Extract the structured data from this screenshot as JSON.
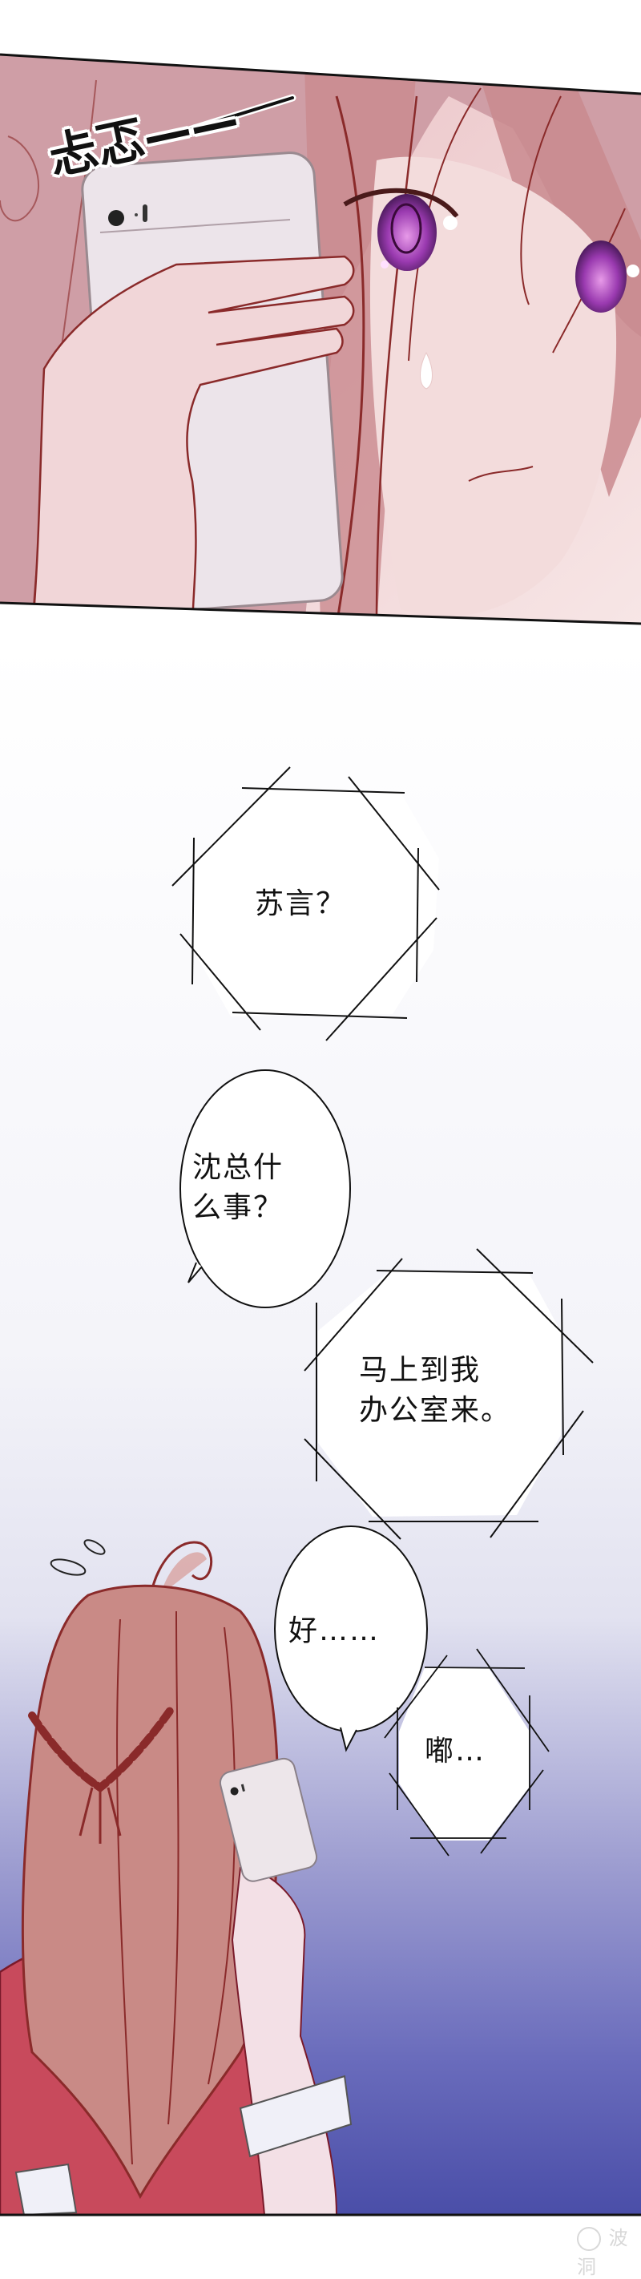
{
  "comic": {
    "panel1": {
      "sfx": "忐忑——",
      "description": "Close-up of a pink-haired girl with purple eyes holding a white phone to her ear, sweat drop on cheek"
    },
    "panel2": {
      "bubbles": [
        {
          "id": "b1",
          "shape": "octagon-jagged",
          "speaker": "phone",
          "text": "苏言？"
        },
        {
          "id": "b2",
          "shape": "oval",
          "speaker": "girl",
          "text_lines": [
            "沈总什",
            "么事？"
          ]
        },
        {
          "id": "b3",
          "shape": "octagon-jagged",
          "speaker": "phone",
          "text_lines": [
            "马上到我",
            "办公室来。"
          ]
        },
        {
          "id": "b4",
          "shape": "oval",
          "speaker": "girl",
          "text": "好……"
        },
        {
          "id": "b5",
          "shape": "octagon-jagged",
          "speaker": "phone",
          "text": "嘟…"
        }
      ],
      "description": "Girl seen from behind with braided pink hair and red top, holding phone, purple gradient background"
    },
    "watermark": "波洞"
  },
  "colors": {
    "hair": "#c98a86",
    "hair_dark": "#8a2a2a",
    "eye": "#8a3aa8",
    "skin": "#f0d0d0",
    "shirt": "#c24a5a",
    "bg_top": "#ffffff",
    "bg_mid": "#c8c8e4",
    "bg_bottom": "#4a4ea8"
  }
}
